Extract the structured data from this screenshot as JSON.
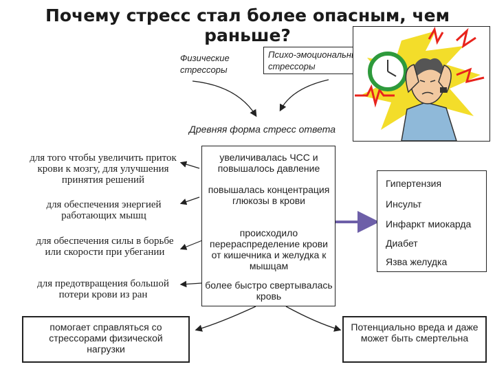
{
  "title": "Почему стресс стал более опасным, чем раньше?",
  "stressors": {
    "physical": "Физические стрессоры",
    "psycho": "Психо-эмоциональные стрессоры"
  },
  "ancient_form": "Древняя форма стресс ответа",
  "purposes": [
    "для того чтобы увеличить приток крови к мозгу, для улучшения принятия решений",
    "для обеспечения энергией работающих мышц",
    "для обеспечения силы в борьбе или скорости при убегании",
    "для предотвращения большой потери крови из ран"
  ],
  "responses": [
    "увеличивалась ЧСС и повышалось давление",
    "повышалась концентрация глюкозы в крови",
    "происходило перераспределение крови от кишечника и желудка к мышцам",
    "более быстро свертывалась кровь"
  ],
  "outcomes": [
    "Гипертензия",
    "Инсульт",
    "Инфаркт миокарда",
    "Диабет",
    "Язва желудка"
  ],
  "helps": "помогает справляться со стрессорами физической нагрузки",
  "potential": "Потенциально вреда и даже может быть смертельна",
  "colors": {
    "accent_red": "#e8231c",
    "arrow_purple": "#6d5fa8",
    "clock_green": "#2e9a3c",
    "burst_yellow": "#f3dd2a"
  }
}
